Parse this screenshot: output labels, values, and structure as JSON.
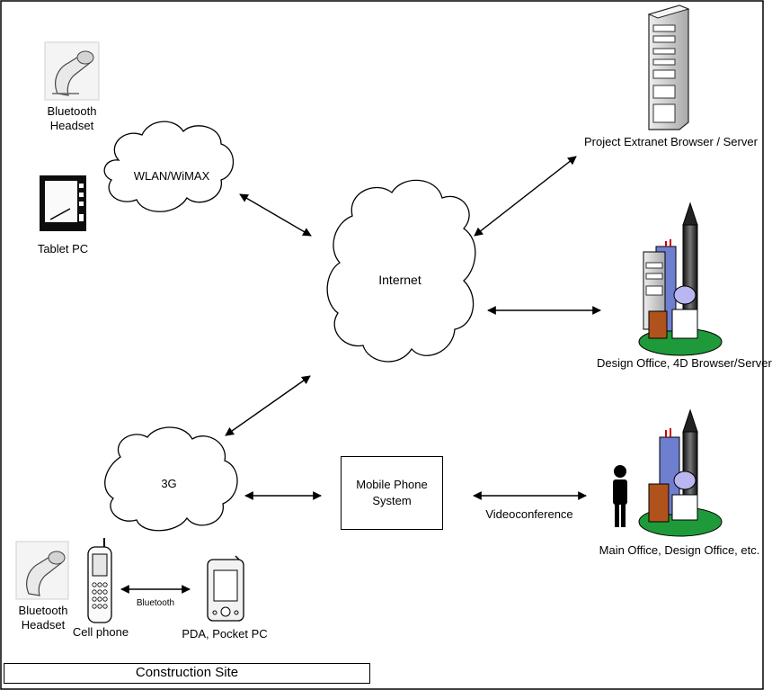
{
  "nodes": {
    "bluetooth_headset_top": {
      "label": "Bluetooth\nHeadset"
    },
    "tablet_pc": {
      "label": "Tablet PC"
    },
    "wlan": {
      "label": "WLAN/WiMAX"
    },
    "internet": {
      "label": "Internet"
    },
    "project_extranet": {
      "label": "Project Extranet Browser / Server"
    },
    "design_office": {
      "label": "Design Office, 4D Browser/Server"
    },
    "three_g": {
      "label": "3G"
    },
    "mobile_phone_system": {
      "label": "Mobile Phone System"
    },
    "main_office": {
      "label": "Main Office, Design Office, etc."
    },
    "bluetooth_headset_bottom": {
      "label": "Bluetooth\nHeadset"
    },
    "cell_phone": {
      "label": "Cell phone"
    },
    "pda": {
      "label": "PDA, Pocket PC"
    }
  },
  "edges": {
    "bluetooth_link": {
      "label": "Bluetooth"
    },
    "videoconference": {
      "label": "Videoconference"
    }
  },
  "construction_site": {
    "label": "Construction Site"
  },
  "colors": {
    "line": "#000000",
    "building_blue": "#6f7fd0",
    "building_brown": "#b0521c",
    "ground_green": "#1f9a3a",
    "dome": "#b9b6f2",
    "tower_dark": "#2a2a2a"
  }
}
